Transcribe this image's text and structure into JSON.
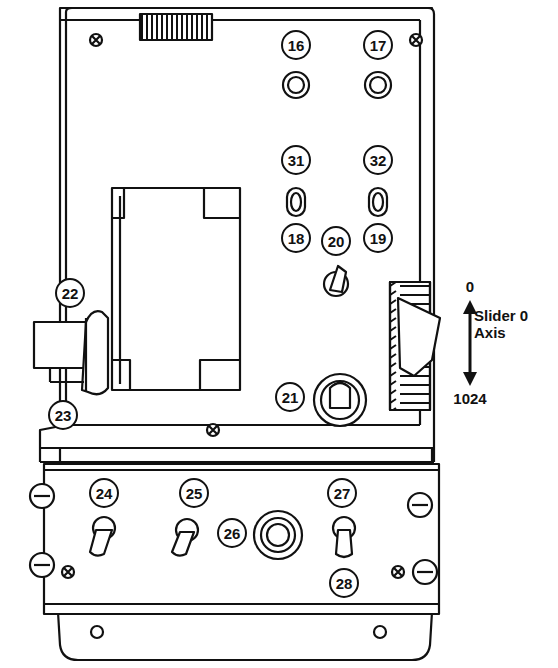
{
  "diagram": {
    "nodes": [
      {
        "text": [
          "16"
        ]
      },
      {
        "text": [
          "17"
        ]
      },
      {
        "text": [
          "31"
        ]
      },
      {
        "text": [
          "32"
        ]
      },
      {
        "text": [
          "18"
        ]
      },
      {
        "text": [
          "20"
        ]
      },
      {
        "text": [
          "19"
        ]
      },
      {
        "text": [
          "22"
        ]
      },
      {
        "text": [
          "21"
        ]
      },
      {
        "text": [
          "23"
        ]
      },
      {
        "text": [
          "24"
        ]
      },
      {
        "text": [
          "25"
        ]
      },
      {
        "text": [
          "27"
        ]
      },
      {
        "text": [
          "26"
        ]
      },
      {
        "text": [
          "28"
        ]
      }
    ],
    "labels": [
      "0",
      "Slider 0 Axis",
      "1024"
    ]
  }
}
